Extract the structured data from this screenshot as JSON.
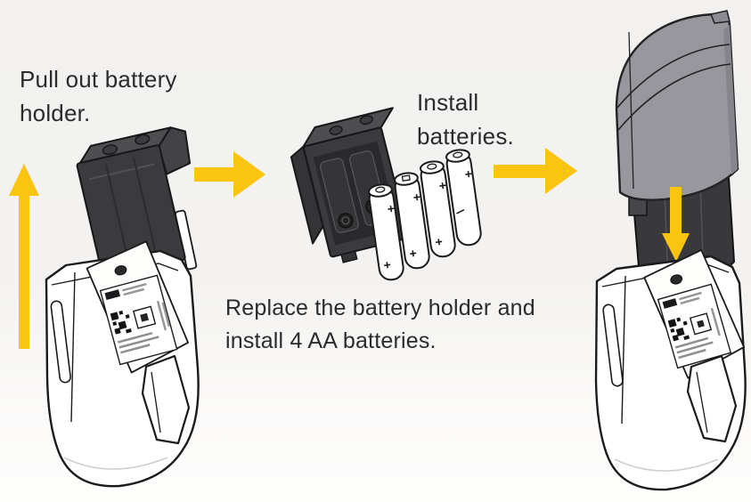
{
  "steps": [
    {
      "name": "step-1",
      "text": "Pull out battery\nholder."
    },
    {
      "name": "step-2",
      "text": "Install\nbatteries."
    },
    {
      "name": "step-3",
      "text": "Replace the battery holder and\ninstall 4 AA batteries."
    }
  ],
  "arrows": [
    {
      "name": "pull-up-arrow",
      "direction": "up"
    },
    {
      "name": "step1-to-step2-arrow",
      "direction": "right"
    },
    {
      "name": "step2-to-step3-arrow",
      "direction": "right"
    },
    {
      "name": "insert-down-arrow",
      "direction": "down"
    }
  ],
  "batteries": {
    "count": 4,
    "size": "AA"
  },
  "illustrations": [
    "device-with-battery-holder-pulled-out",
    "empty-battery-holder",
    "aa-batteries",
    "device-with-cover-and-holder-inserted"
  ],
  "colors": {
    "arrow": "#FBC40F",
    "holder-dark": "#3B3B3D",
    "holder-top": "#4E4E50",
    "cover-gray": "#97979D",
    "ink": "#1B1B1D",
    "text": "#2B2B2D",
    "bg-top": "#F2F1EF",
    "bg-bottom": "#FEFEFD"
  }
}
